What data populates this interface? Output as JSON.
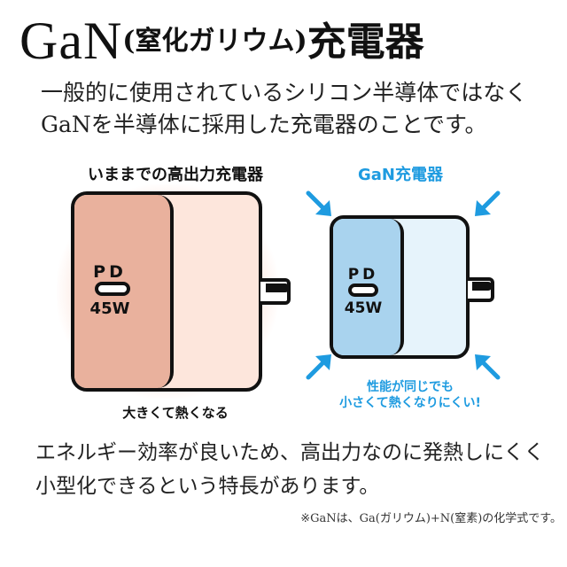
{
  "title": {
    "gan": "GaN",
    "paren": "(窒化ガリウム)",
    "main": "充電器"
  },
  "intro": {
    "line1": "一般的に使用されているシリコン半導体ではなく",
    "line2": "GaNを半導体に採用した充電器のことです。"
  },
  "comparison": {
    "old": {
      "heading": "いままでの高出力充電器",
      "pd": "PD",
      "watt": "45W",
      "caption": "大きくて熱くなる"
    },
    "new": {
      "heading": "GaN充電器",
      "pd": "PD",
      "watt": "45W",
      "caption_line1": "性能が同じでも",
      "caption_line2": "小さくて熱くなりにくい!"
    }
  },
  "body": {
    "line1": "エネルギー効率が良いため、高出力なのに発熱しにくく",
    "line2": "小型化できるという特長があります。"
  },
  "footnote": "※GaNは、Ga(ガリウム)+N(窒素)の化学式です。",
  "icons": [
    "usb-c-port-icon",
    "plug-prong-icon",
    "shrink-arrow-icon"
  ],
  "colors": {
    "accent_blue": "#1e9be0",
    "old_face": "#e9b19d",
    "old_body": "#fde6dc",
    "new_face": "#a9d3ee",
    "new_body": "#e6f3fb"
  }
}
